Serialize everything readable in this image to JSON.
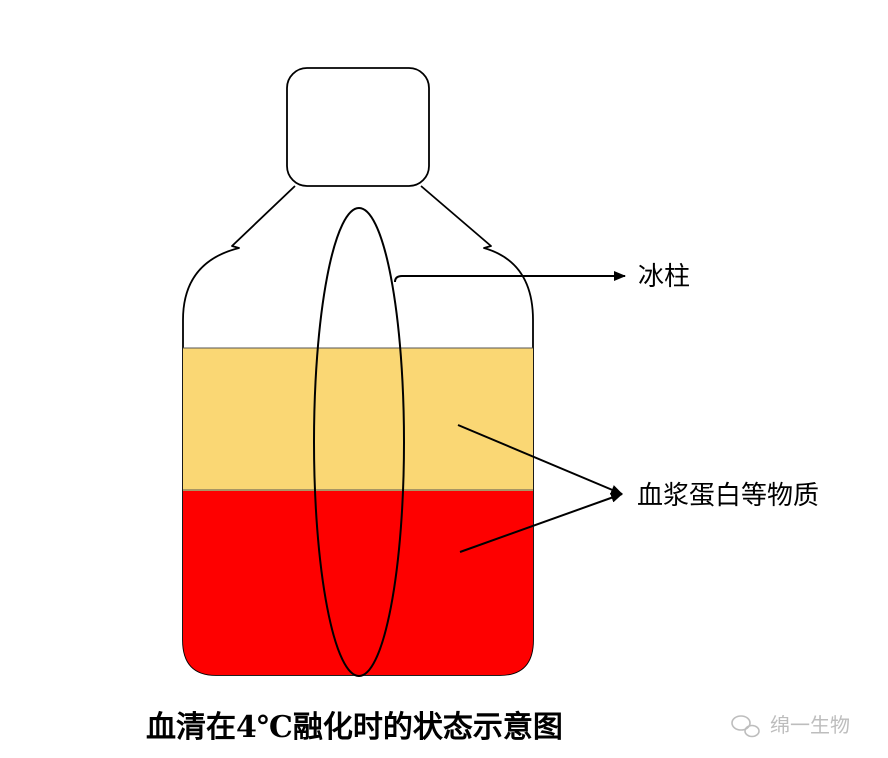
{
  "labels": {
    "ice_column": "冰柱",
    "plasma_protein": "血浆蛋白等物质"
  },
  "caption": "血清在4℃融化时的状态示意图",
  "watermark": "绵一生物",
  "colors": {
    "upper_layer": "#fad774",
    "lower_layer": "#fe0000",
    "outline": "#000000",
    "background": "#ffffff"
  }
}
